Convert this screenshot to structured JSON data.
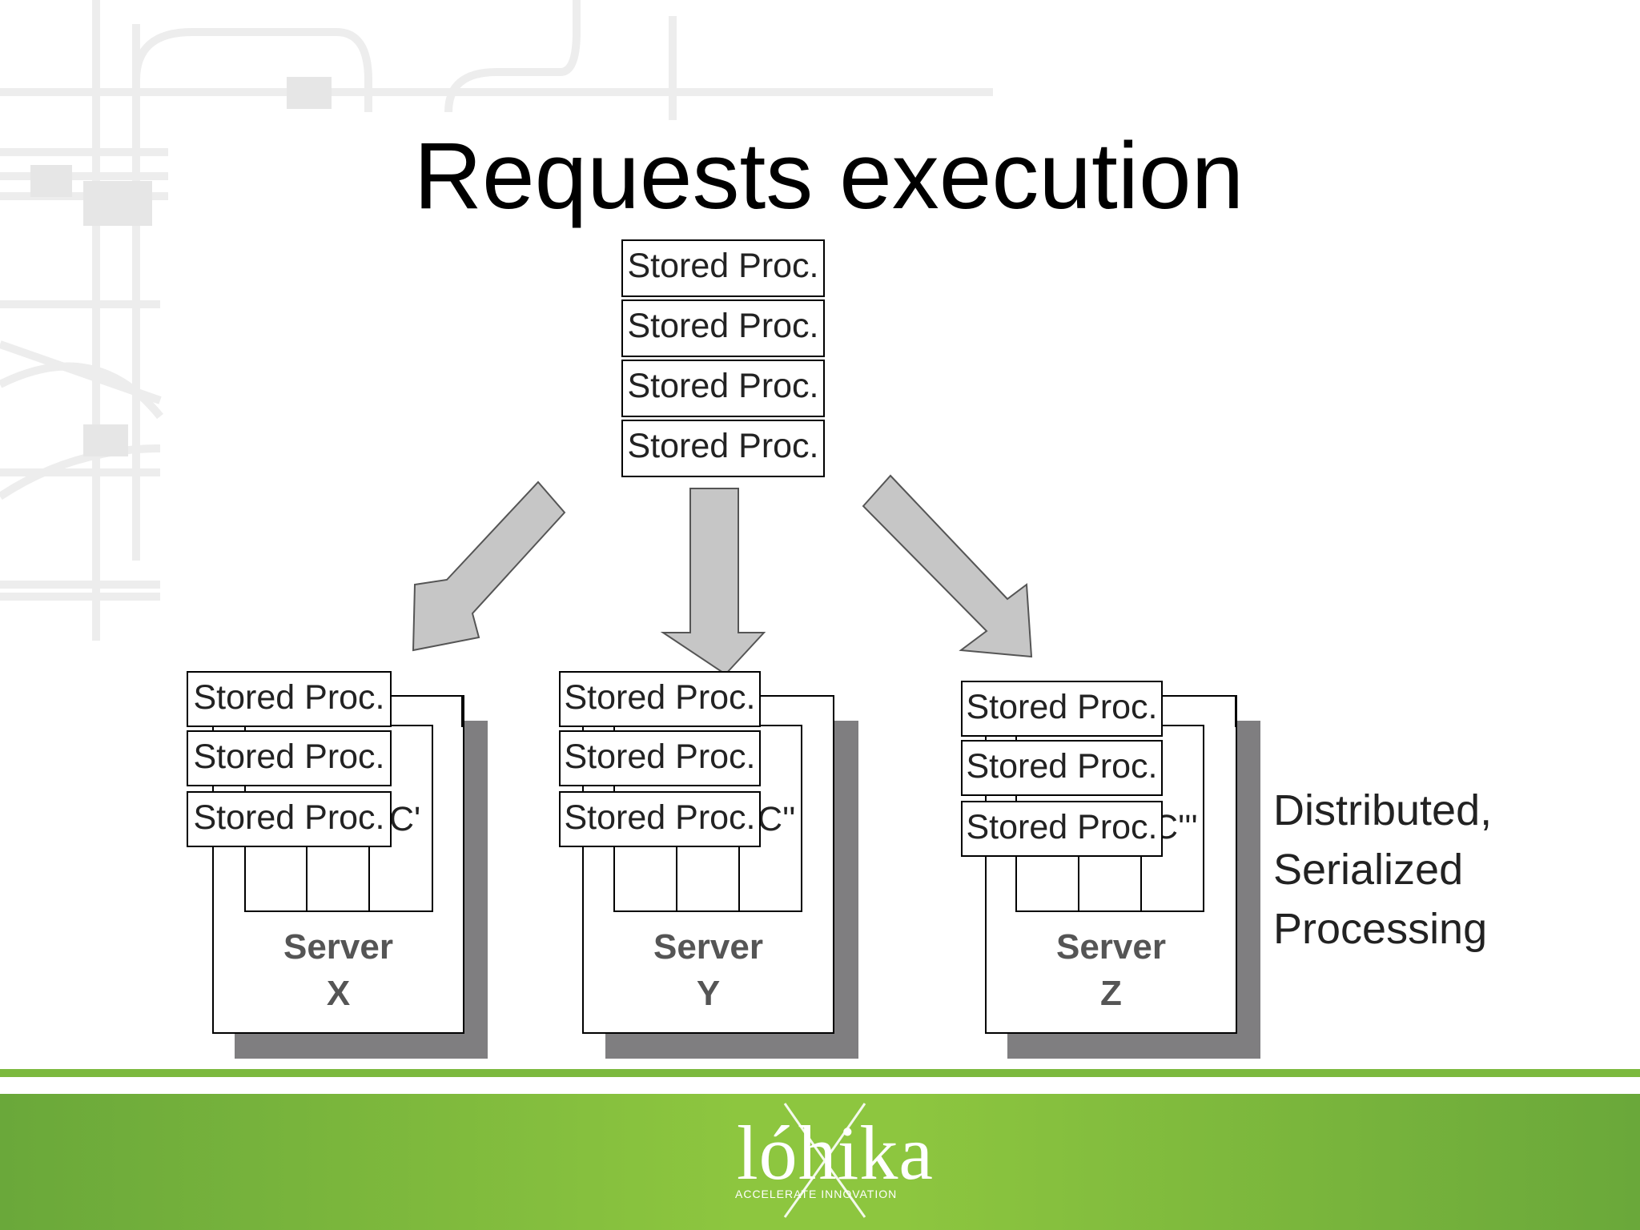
{
  "title": "Requests execution",
  "stored_proc_label": "Stored Proc.",
  "servers": [
    {
      "name_line1": "Server",
      "name_line2": "X",
      "fragment": "C'"
    },
    {
      "name_line1": "Server",
      "name_line2": "Y",
      "fragment": "C''"
    },
    {
      "name_line1": "Server",
      "name_line2": "Z",
      "fragment": "C'''"
    }
  ],
  "side_note": {
    "line1": "Distributed,",
    "line2": "Serialized",
    "line3": "Processing"
  },
  "logo": {
    "name": "lóhika",
    "tagline": "ACCELERATE INNOVATION"
  },
  "colors": {
    "footer_green": "#7cb93e",
    "arrow_fill": "#c6c6c6",
    "server_shadow": "#7f7e80"
  }
}
